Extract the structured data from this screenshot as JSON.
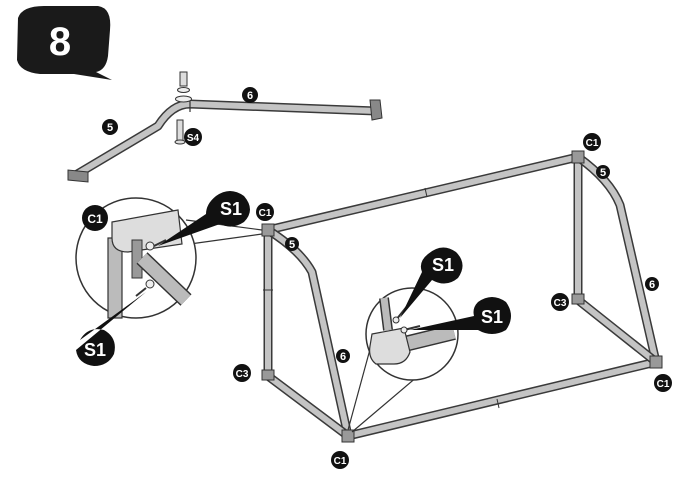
{
  "step": {
    "number": "8"
  },
  "parts": {
    "bar_5": "5",
    "bar_6": "6",
    "screw_s4": "S4",
    "screw_s1": "S1"
  },
  "connectors": {
    "c1": "C1",
    "c3": "C3"
  },
  "colors": {
    "badge": "#1a1a1a",
    "tube_fill": "#b8b8b8",
    "tube_stroke": "#3a3a3a",
    "callout_fill": "#111111"
  }
}
